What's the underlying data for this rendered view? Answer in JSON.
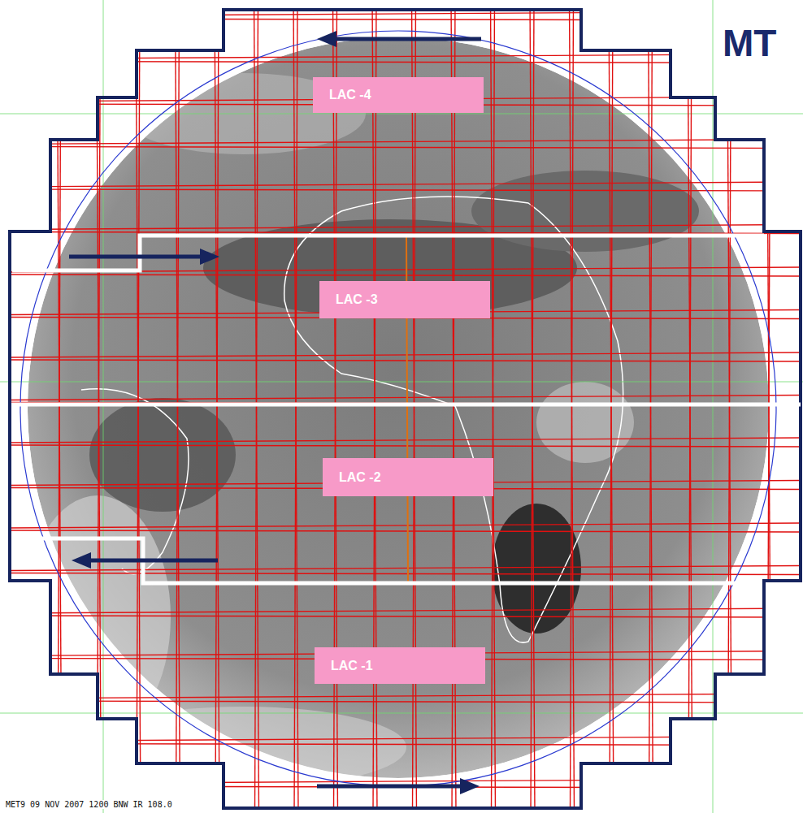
{
  "diagram": {
    "title": "MT",
    "nodes": [
      {
        "text": [
          "LAC -4"
        ]
      },
      {
        "text": [
          "LAC -3"
        ]
      },
      {
        "text": [
          "LAC -2"
        ]
      },
      {
        "text": [
          "LAC -1"
        ]
      }
    ],
    "labels": [
      "MET9 09 NOV 2007 1200 BNW IR 108.0"
    ]
  }
}
